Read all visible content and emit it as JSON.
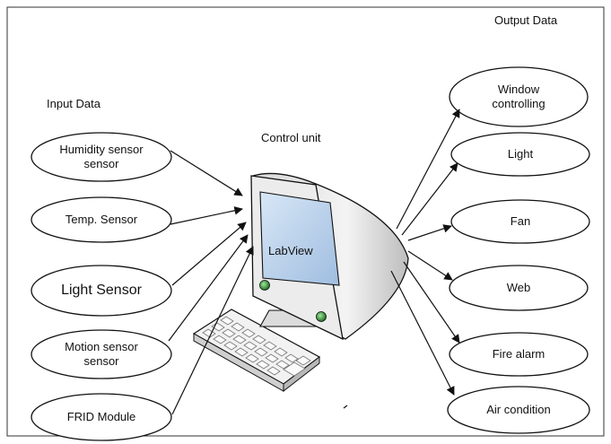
{
  "headings": {
    "input": "Input Data",
    "control": "Control unit",
    "output": "Output Data"
  },
  "inputs": [
    {
      "label": "Humidity sensor\nsensor"
    },
    {
      "label": "Temp. Sensor"
    },
    {
      "label": "Light Sensor"
    },
    {
      "label": "Motion sensor\nsensor"
    },
    {
      "label": "FRID Module"
    }
  ],
  "control_unit": {
    "screen_label": "LabView"
  },
  "outputs": [
    {
      "label": "Window\ncontrolling"
    },
    {
      "label": "Light"
    },
    {
      "label": "Fan"
    },
    {
      "label": "Web"
    },
    {
      "label": "Fire alarm"
    },
    {
      "label": "Air condition"
    }
  ],
  "colors": {
    "stroke": "#111111",
    "screen": "#b9d1ec",
    "monitor_body": "#e9e9e9",
    "led": "#2e8b2e"
  }
}
